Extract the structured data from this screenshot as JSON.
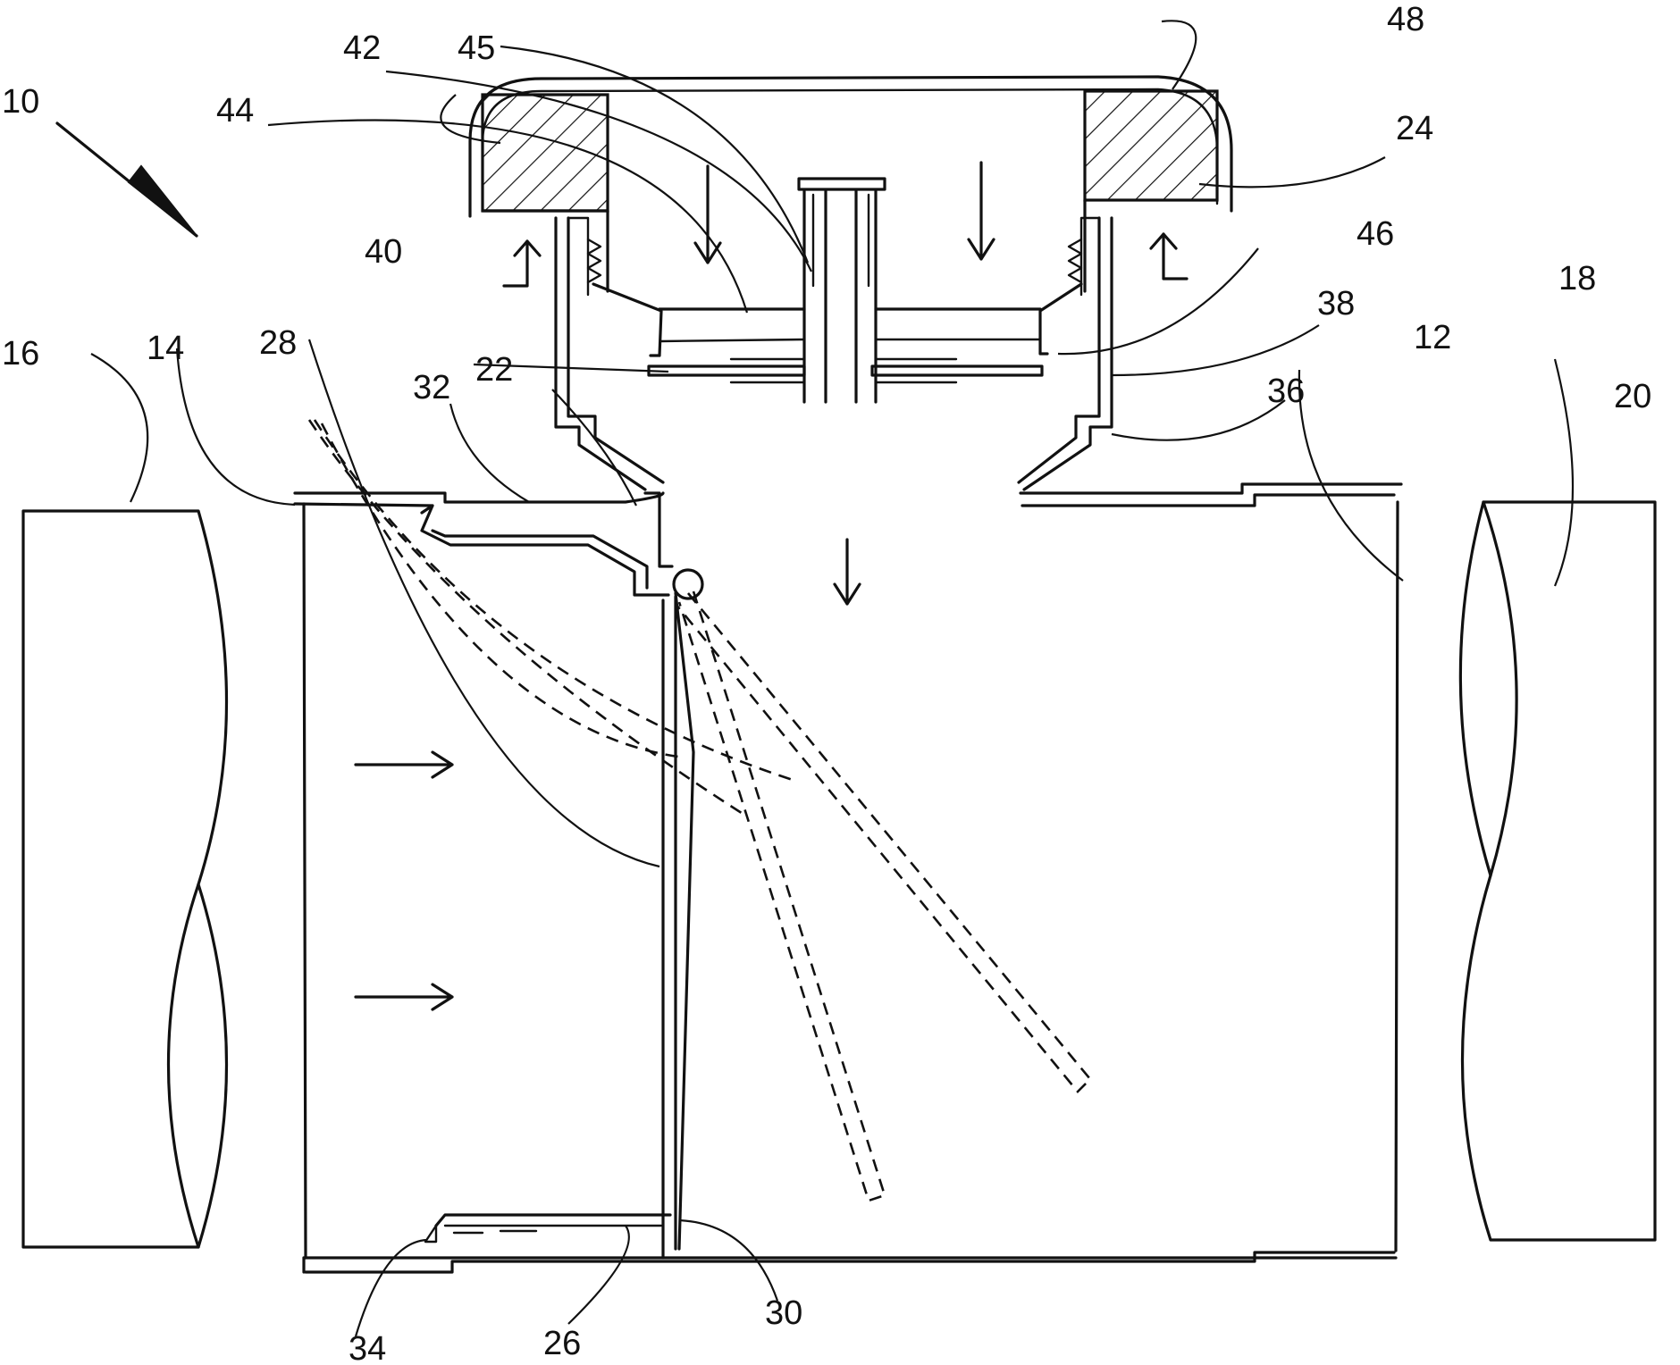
{
  "labels": {
    "l10": "10",
    "l12": "12",
    "l14": "14",
    "l16": "16",
    "l18": "18",
    "l20": "20",
    "l22": "22",
    "l24": "24",
    "l26": "26",
    "l28": "28",
    "l30": "30",
    "l32": "32",
    "l34": "34",
    "l36": "36",
    "l38": "38",
    "l40": "40",
    "l42": "42",
    "l44": "44",
    "l45": "45",
    "l46": "46",
    "l48": "48"
  },
  "colors": {
    "stroke": "#111111",
    "background": "#ffffff"
  }
}
